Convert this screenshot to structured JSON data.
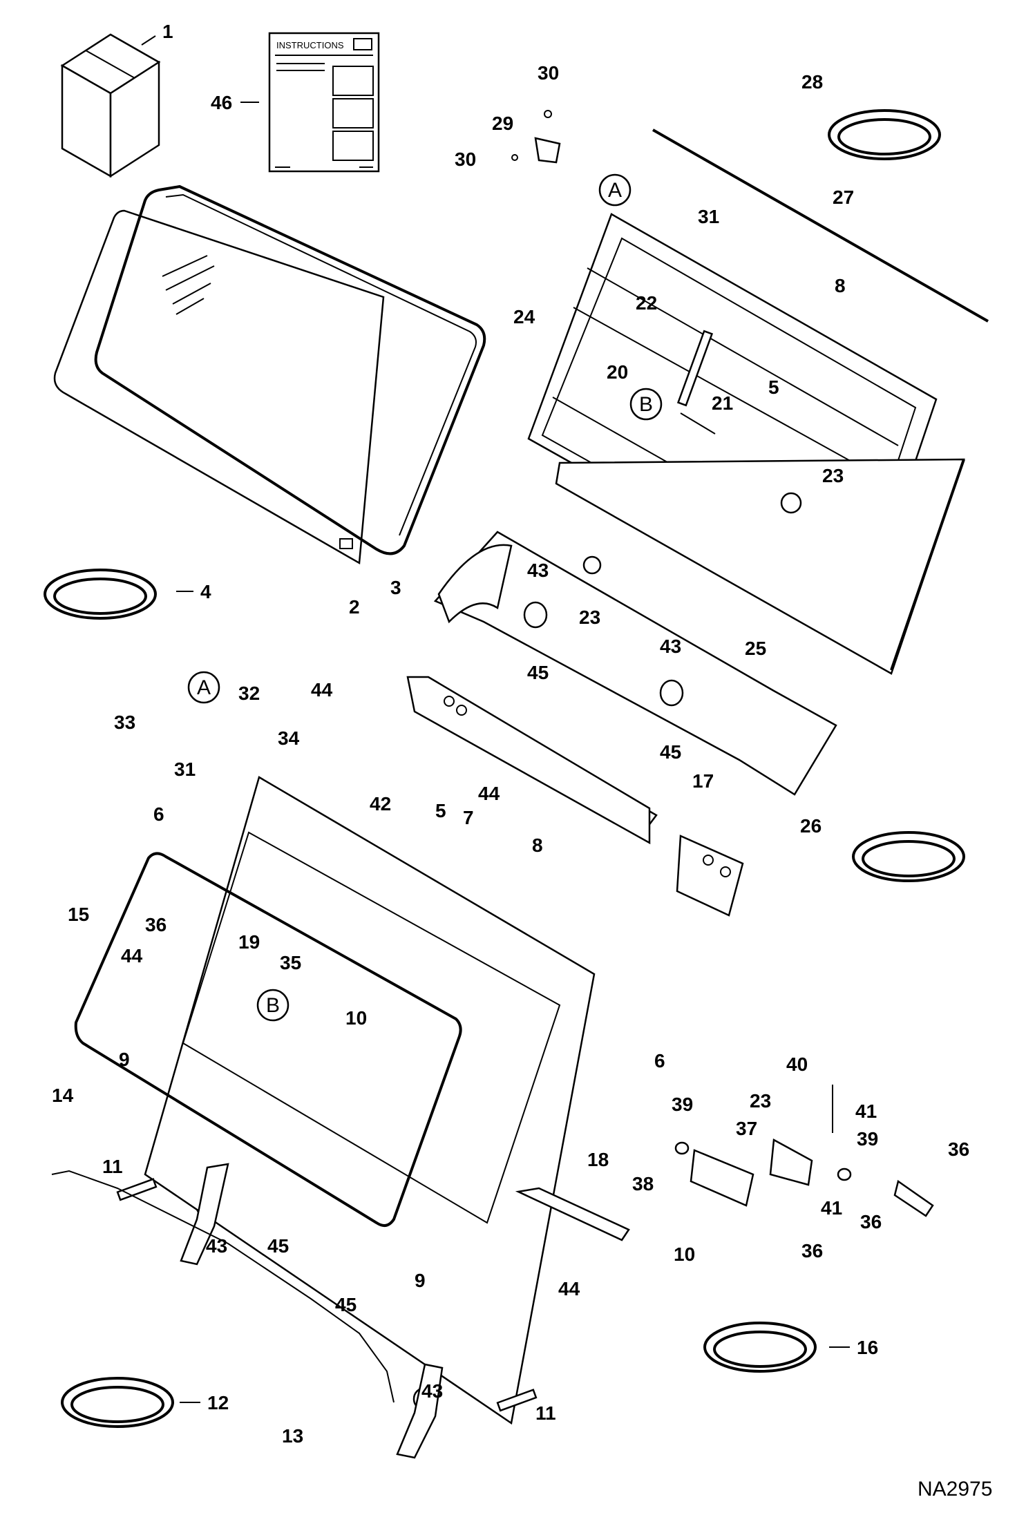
{
  "drawing_code": "NA2975",
  "instructions_label": "INSTRUCTIONS",
  "reference_letters": {
    "A": "A",
    "B": "B"
  },
  "callouts": {
    "c1": "1",
    "c46": "46",
    "c30a": "30",
    "c29": "29",
    "c30b": "30",
    "c28": "28",
    "c27": "27",
    "c31a": "31",
    "c8a": "8",
    "c24": "24",
    "c22": "22",
    "c20": "20",
    "c21": "21",
    "c5a": "5",
    "c23a": "23",
    "c23b": "23",
    "c4": "4",
    "c2": "2",
    "c3": "3",
    "c43a": "43",
    "c45a": "45",
    "c43b": "43",
    "c45b": "45",
    "c25": "25",
    "c32": "32",
    "c33": "33",
    "c31b": "31",
    "c44a": "44",
    "c34": "34",
    "c42": "42",
    "c17": "17",
    "c26": "26",
    "c6a": "6",
    "c5b": "5",
    "c7": "7",
    "c44b": "44",
    "c8b": "8",
    "c15": "15",
    "c36a": "36",
    "c19": "19",
    "c35": "35",
    "c44c": "44",
    "c10a": "10",
    "c9a": "9",
    "c14": "14",
    "c6b": "6",
    "c40": "40",
    "c23c": "23",
    "c41a": "41",
    "c39a": "39",
    "c37": "37",
    "c39b": "39",
    "c36b": "36",
    "c18": "18",
    "c38": "38",
    "c41b": "41",
    "c36c": "36",
    "c36d": "36",
    "c11a": "11",
    "c43c": "43",
    "c45c": "45",
    "c10b": "10",
    "c44d": "44",
    "c9b": "9",
    "c45d": "45",
    "c43d": "43",
    "c16": "16",
    "c12": "12",
    "c13": "13",
    "c11b": "11"
  }
}
